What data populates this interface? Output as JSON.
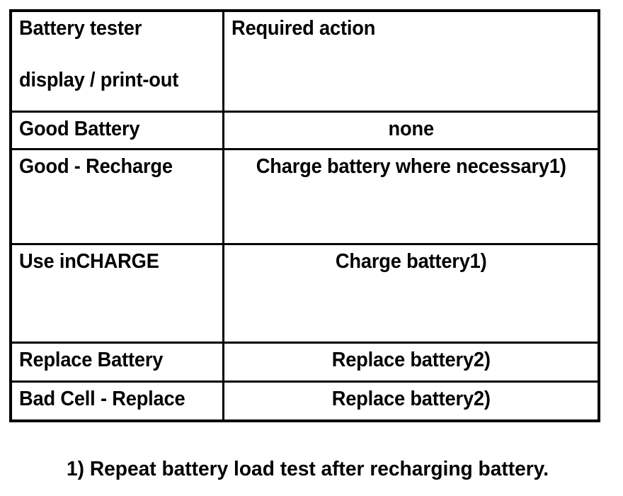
{
  "document": {
    "type": "table",
    "background_color": "#ffffff",
    "text_color": "#000000",
    "border_color": "#000000"
  },
  "table": {
    "headers": {
      "display_column": {
        "line1": "Battery tester",
        "line2": "display / print-out"
      },
      "action_column": "Required action"
    },
    "rows": [
      {
        "display": "Good Battery",
        "action": "none"
      },
      {
        "display": "Good - Recharge",
        "action": "Charge battery where necessary1)"
      },
      {
        "display": "Use inCHARGE",
        "action": "Charge battery1)"
      },
      {
        "display": "Replace Battery",
        "action": "Replace battery2)"
      },
      {
        "display": "Bad Cell - Replace",
        "action": "Replace battery2)"
      }
    ]
  },
  "footnotes": [
    "1) Repeat battery load test after recharging battery."
  ]
}
